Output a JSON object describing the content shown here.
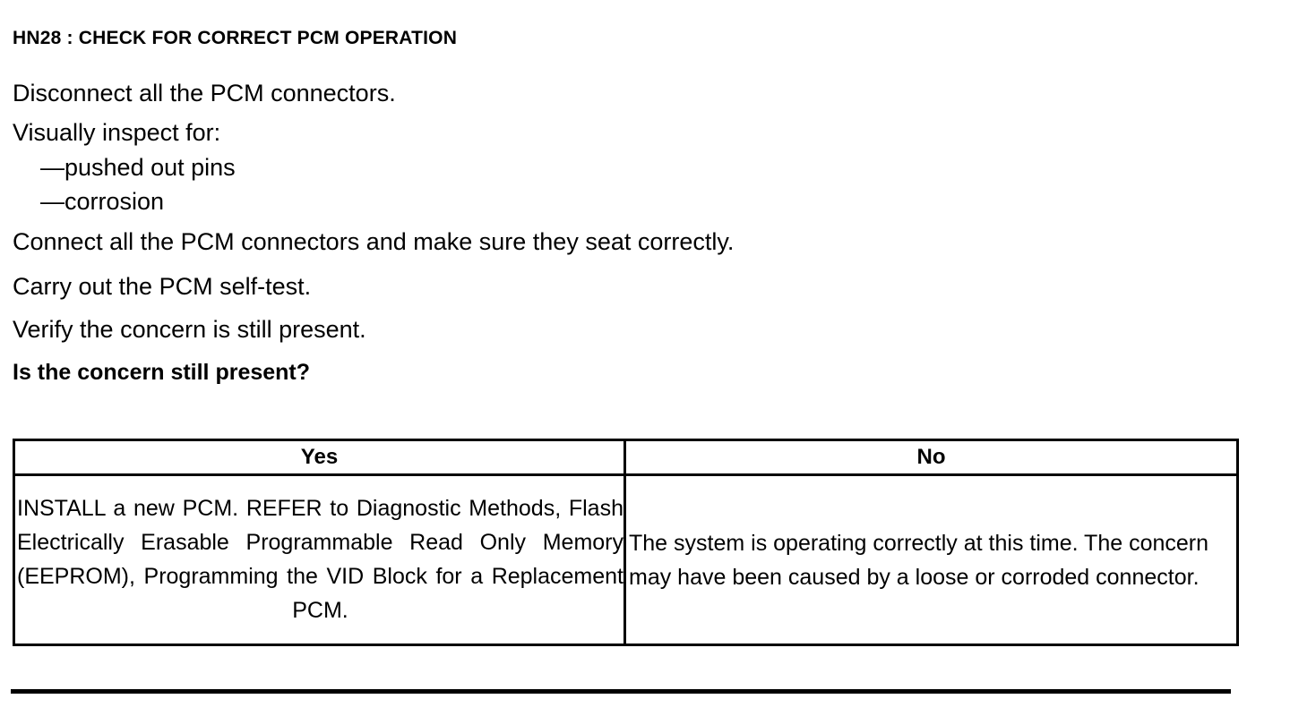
{
  "document": {
    "heading": "HN28 : CHECK FOR CORRECT PCM OPERATION",
    "steps": [
      "Disconnect all the PCM connectors.",
      "Visually inspect for:",
      "—pushed out pins",
      "—corrosion",
      "Connect all the PCM connectors and make sure they seat correctly.",
      "Carry out the PCM self-test.",
      "Verify the concern is still present."
    ],
    "question": "Is the concern still present?"
  },
  "decision_table": {
    "headers": {
      "yes": "Yes",
      "no": "No"
    },
    "cells": {
      "yes": "INSTALL a new PCM. REFER to Diagnostic Methods, Flash Electrically Erasable Programmable Read Only Memory (EEPROM), Programming the VID Block for a Replacement PCM.",
      "no": "The system is operating correctly at this time. The concern may have been caused by a loose or corroded connector."
    }
  },
  "style": {
    "ink_color": "#000000",
    "page_color": "#ffffff"
  }
}
